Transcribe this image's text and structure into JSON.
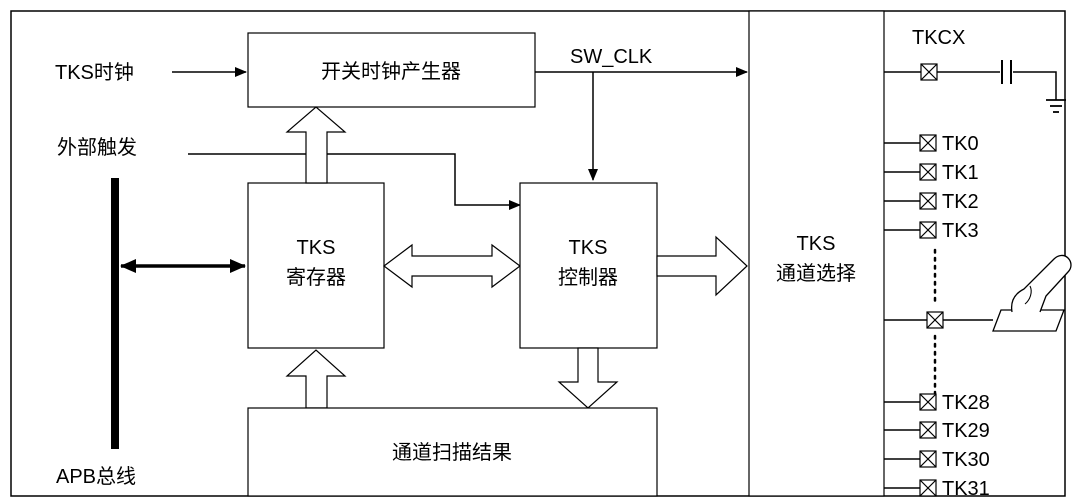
{
  "inputs": {
    "tks_clock": "TKS时钟",
    "external_trigger": "外部触发",
    "apb_bus": "APB总线"
  },
  "blocks": {
    "switch_clock_generator": "开关时钟产生器",
    "register_line1": "TKS",
    "register_line2": "寄存器",
    "controller_line1": "TKS",
    "controller_line2": "控制器",
    "channel_select_line1": "TKS",
    "channel_select_line2": "通道选择",
    "scan_result": "通道扫描结果"
  },
  "signals": {
    "sw_clk": "SW_CLK",
    "tkcx": "TKCX"
  },
  "pins": {
    "top": [
      "TK0",
      "TK1",
      "TK2",
      "TK3"
    ],
    "bottom": [
      "TK28",
      "TK29",
      "TK30",
      "TK31"
    ]
  },
  "icons": [
    "capacitor-icon",
    "ground-icon",
    "finger-touch-icon",
    "pin-box-icon"
  ]
}
